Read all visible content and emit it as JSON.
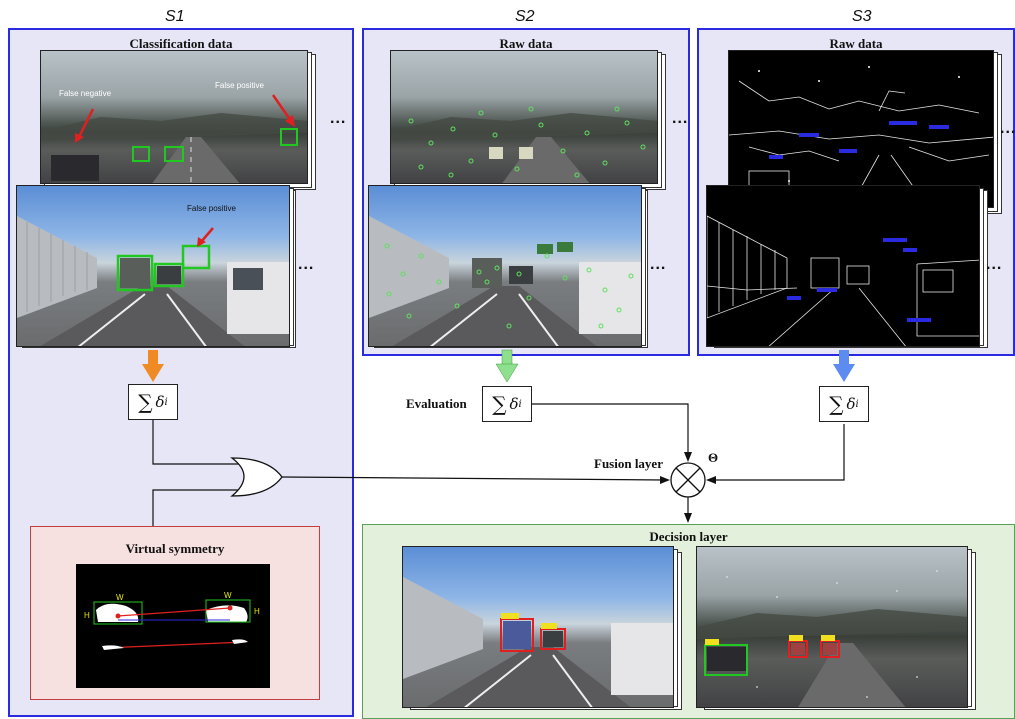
{
  "stages": {
    "s1": "S1",
    "s2": "S2",
    "s3": "S3"
  },
  "panels": {
    "s1_title": "Classification data",
    "s2_title": "Raw data",
    "s3_title": "Raw data",
    "virtual_title": "Virtual symmetry",
    "decision_title": "Decision layer"
  },
  "annotations": {
    "false_negative": "False negative",
    "false_positive_top": "False positive",
    "false_positive_front": "False positive"
  },
  "sum": {
    "symbol": "∑",
    "delta": "δ",
    "index": "i"
  },
  "labels": {
    "evaluation": "Evaluation",
    "fusion_layer": "Fusion layer",
    "theta": "Θ",
    "ellipsis": "..."
  },
  "colors": {
    "stage_border": "#2a2ae0",
    "stage_bg": "#e6e6f6",
    "virtual_border": "#c04040",
    "virtual_bg": "#f6e0e0",
    "decision_border": "#58a058",
    "decision_bg": "#e2f0dc",
    "arrow_orange": "#f08a24",
    "arrow_green": "#8ee08e",
    "arrow_blue": "#5c8cf0",
    "detection_green": "#22c822",
    "detection_red": "#e02020"
  }
}
